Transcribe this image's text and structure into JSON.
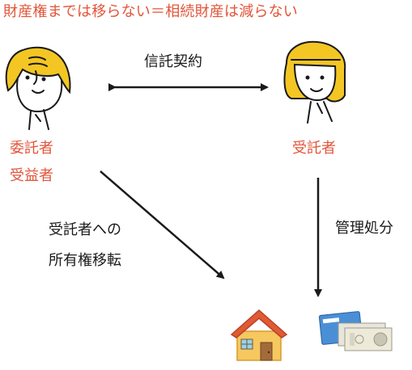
{
  "title": "財産権までは移らない＝相続財産は減らない",
  "parties": {
    "settlor_line1": "委託者",
    "settlor_line2": "受益者",
    "trustee": "受託者"
  },
  "relations": {
    "trust_contract": "信託契約",
    "transfer_line1": "受託者への",
    "transfer_line2": "所有権移転",
    "management": "管理処分"
  },
  "icons": {
    "settlor": "old-man-icon",
    "trustee": "woman-icon",
    "house": "house-icon",
    "bank": "bankbook-money-icon"
  },
  "colors": {
    "accent": "#e2553a",
    "text": "#1a1a1a",
    "hair": "#f3c623",
    "house_roof": "#e05a33",
    "house_wall": "#f6c85f"
  }
}
